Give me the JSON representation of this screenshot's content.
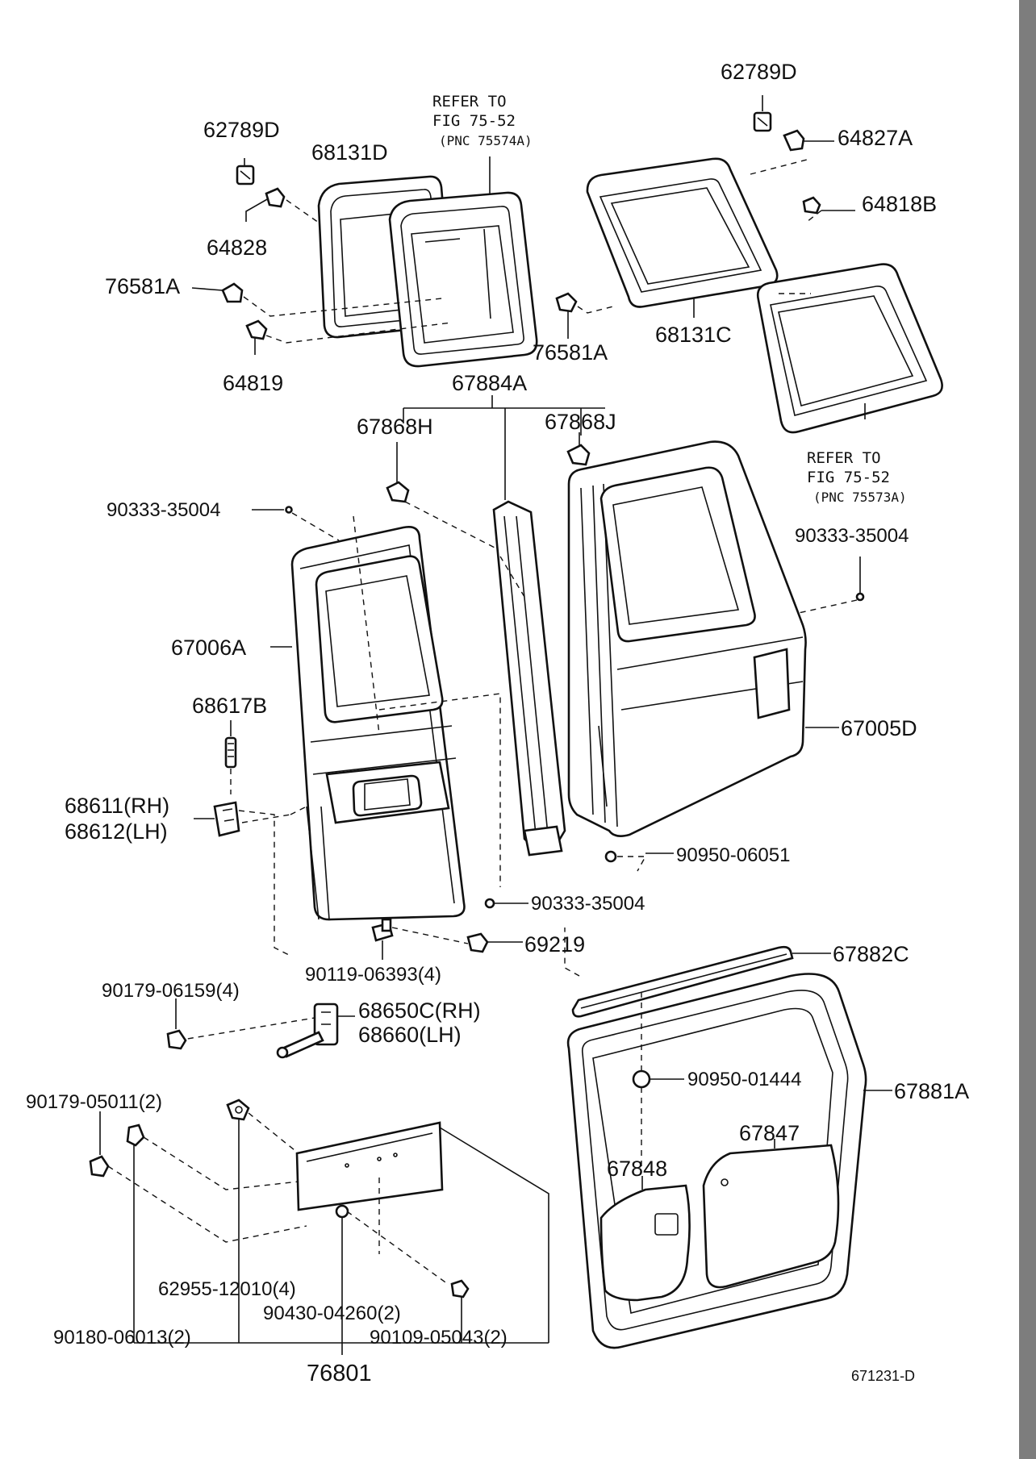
{
  "colors": {
    "background": "#ffffff",
    "ink": "#111111",
    "scrollbar": "#7d7d7d"
  },
  "labels": {
    "p62789D_left": "62789D",
    "p62789D_right": "62789D",
    "p68131D": "68131D",
    "p64827A": "64827A",
    "p64818B": "64818B",
    "p64828": "64828",
    "p76581A_left": "76581A",
    "p76581A_mid": "76581A",
    "p68131C": "68131C",
    "p64819": "64819",
    "p67884A": "67884A",
    "p67868H": "67868H",
    "p67868J": "67868J",
    "p90333_left": "90333-35004",
    "p90333_right": "90333-35004",
    "p90333_mid": "90333-35004",
    "p67006A": "67006A",
    "p68617B": "68617B",
    "p67005D": "67005D",
    "p68611": "68611(RH)",
    "p68612": "68612(LH)",
    "p90950_06051": "90950-06051",
    "p69219": "69219",
    "p67882C": "67882C",
    "p90119": "90119-06393(4)",
    "p90179_06159": "90179-06159(4)",
    "p68650C": "68650C(RH)",
    "p68660": "68660(LH)",
    "p90179_05011": "90179-05011(2)",
    "p90950_01444": "90950-01444",
    "p67881A": "67881A",
    "p67847": "67847",
    "p67848": "67848",
    "p62955": "62955-12010(4)",
    "p90430": "90430-04260(2)",
    "p90109": "90109-05043(2)",
    "p90180": "90180-06013(2)",
    "p76801": "76801",
    "figure_code": "671231-D"
  },
  "refer_top": {
    "line1": "REFER TO",
    "line2": "FIG 75-52",
    "line3": "(PNC 75574A)"
  },
  "refer_right": {
    "line1": "REFER TO",
    "line2": "FIG 75-52",
    "line3": "(PNC 75573A)"
  }
}
